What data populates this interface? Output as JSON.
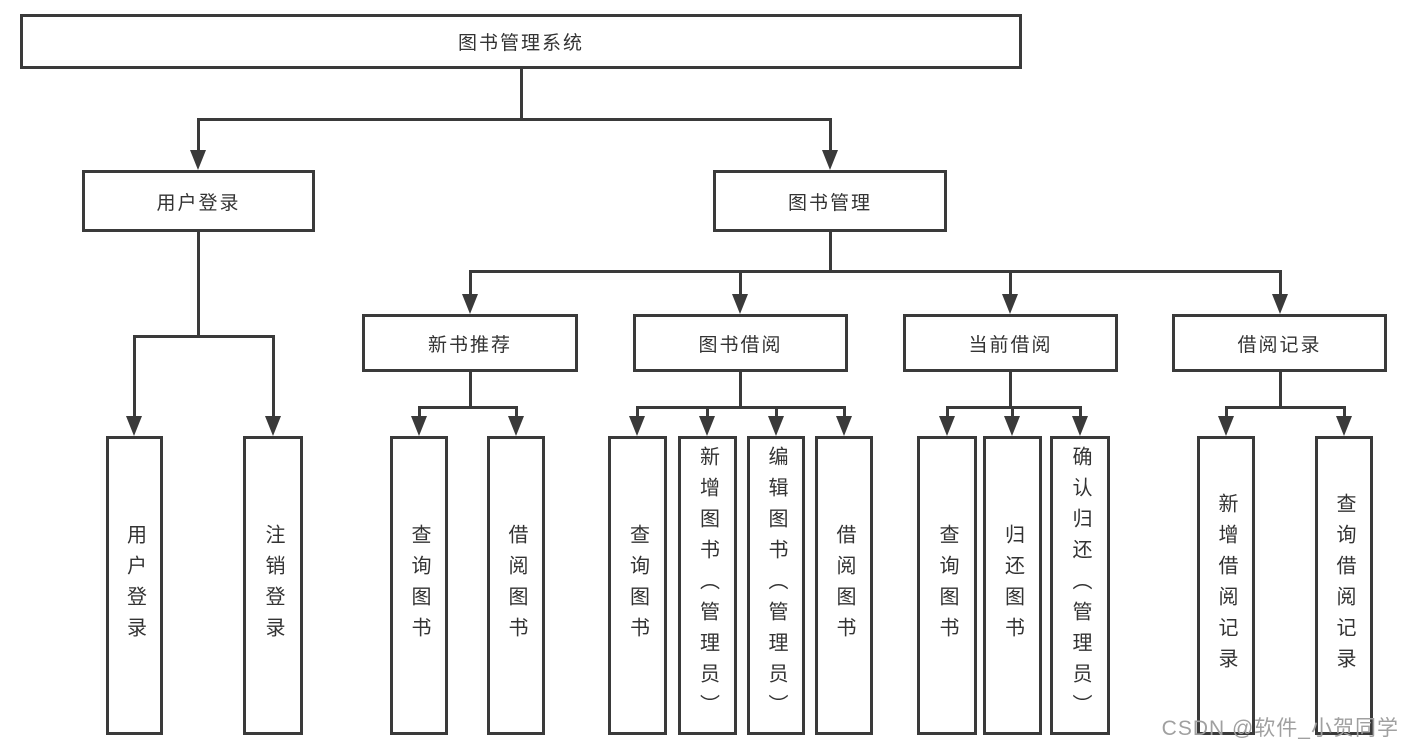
{
  "diagram": {
    "root": {
      "label": "图书管理系统"
    },
    "branches": [
      {
        "label": "用户登录",
        "children": [
          {
            "label": "用户登录"
          },
          {
            "label": "注销登录"
          }
        ]
      },
      {
        "label": "图书管理",
        "children": [
          {
            "label": "新书推荐",
            "children": [
              {
                "label": "查询图书"
              },
              {
                "label": "借阅图书"
              }
            ]
          },
          {
            "label": "图书借阅",
            "children": [
              {
                "label": "查询图书"
              },
              {
                "label": "新增图书（管理员）"
              },
              {
                "label": "编辑图书（管理员）"
              },
              {
                "label": "借阅图书"
              }
            ]
          },
          {
            "label": "当前借阅",
            "children": [
              {
                "label": "查询图书"
              },
              {
                "label": "归还图书"
              },
              {
                "label": "确认归还（管理员）"
              }
            ]
          },
          {
            "label": "借阅记录",
            "children": [
              {
                "label": "新增借阅记录"
              },
              {
                "label": "查询借阅记录"
              }
            ]
          }
        ]
      }
    ],
    "watermark": "CSDN @软件_小贺同学",
    "colors": {
      "line": "#3a3a3a",
      "text": "#333333",
      "watermark": "#a0a0a0",
      "background": "#ffffff"
    }
  }
}
